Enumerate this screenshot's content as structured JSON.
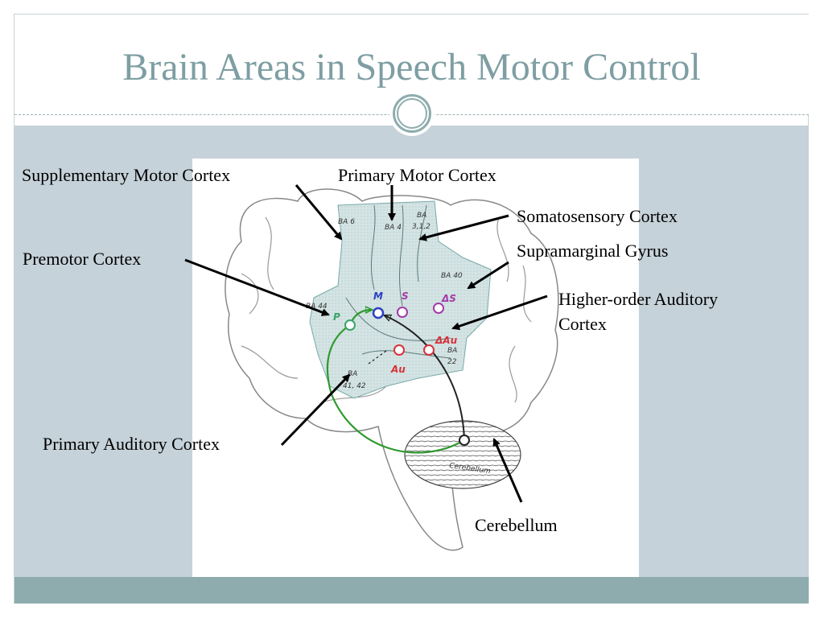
{
  "slide": {
    "title": "Brain Areas in Speech Motor Control"
  },
  "labels": {
    "supplementary_motor": "Supplementary Motor Cortex",
    "primary_motor": "Primary Motor Cortex",
    "somatosensory": "Somatosensory Cortex",
    "supramarginal": "Supramarginal Gyrus",
    "premotor": "Premotor Cortex",
    "higher_auditory_line1": "Higher-order Auditory",
    "higher_auditory_line2": "Cortex",
    "primary_auditory": "Primary Auditory Cortex",
    "cerebellum": "Cerebellum"
  },
  "figure": {
    "areas": {
      "ba6": "BA 6",
      "ba4": "BA 4",
      "ba_top": "BA",
      "ba312": "3,1,2",
      "ba44": "BA 44",
      "ba40": "BA 40",
      "ba22_a": "BA",
      "ba22_b": "22",
      "ba4142_a": "BA",
      "ba4142_b": "41, 42",
      "cerebellum": "Cerebellum"
    },
    "nodes": {
      "p": "P",
      "m": "M",
      "s": "S",
      "ds": "ΔS",
      "dau": "ΔAu",
      "au": "Au"
    },
    "colors": {
      "cortex_shade": "#d3e3e3",
      "green_path": "#2e9a2e",
      "motor_node": "#2a3fc2",
      "somato_node": "#a43aa8",
      "auditory_node": "#d8323a",
      "premotor_node": "#3aa36a"
    }
  }
}
